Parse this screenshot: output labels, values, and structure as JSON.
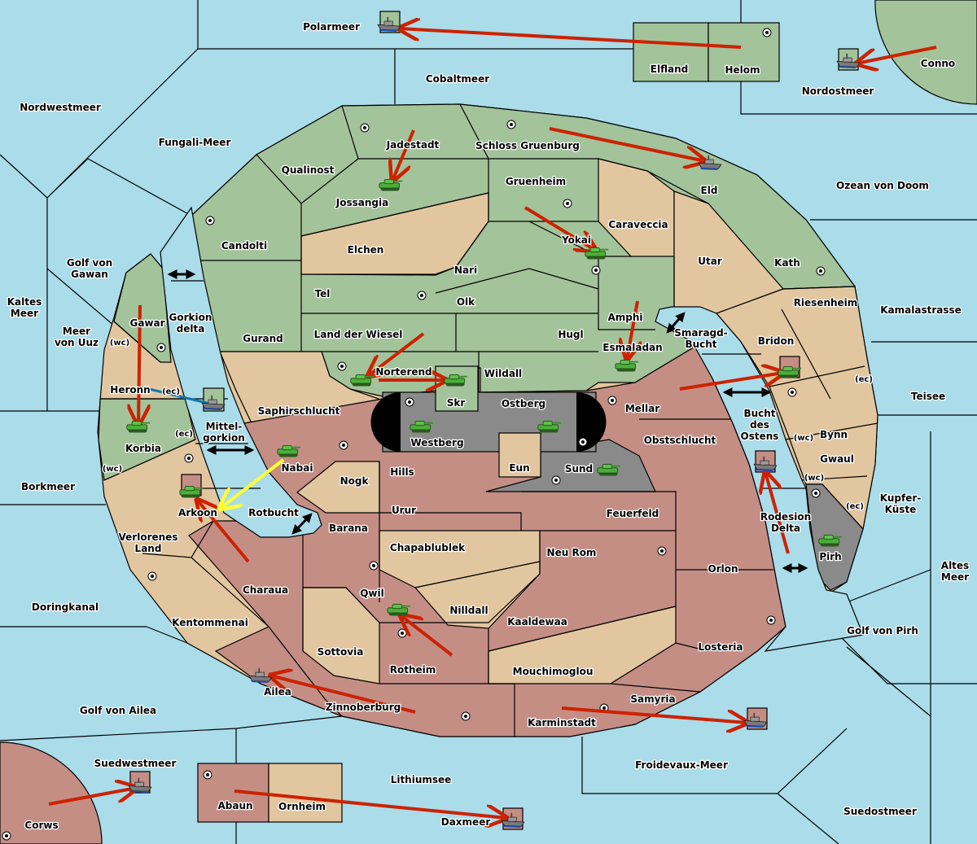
{
  "colors": {
    "sea": "#aadcea",
    "green": "#a3c39a",
    "tan": "#e2c69f",
    "rose": "#c48e85",
    "gray": "#8a8a8a",
    "move_arrow": "#cc2200",
    "support_arrow": "#ffff33",
    "convoy_arrow": "#1177aa",
    "border_arrow": "#000000"
  },
  "labels": {
    "polarmeer": "Polarmeer",
    "cobaltmeer": "Cobaltmeer",
    "elfland": "Elfland",
    "helom": "Helom",
    "conno": "Conno",
    "nordostmeer": "Nordostmeer",
    "nordwestmeer": "Nordwestmeer",
    "fungali": "Fungali-Meer",
    "qualinost": "Qualinost",
    "jadestadt": "Jadestadt",
    "schloss": "Schloss Gruenburg",
    "gruenheim": "Gruenheim",
    "jossangia": "Jossangia",
    "eld": "Eld",
    "ozean": "Ozean von Doom",
    "candolti": "Candolti",
    "elchen": "Elchen",
    "caraveccia": "Caraveccia",
    "yokai": "Yokai",
    "utar": "Utar",
    "kath": "Kath",
    "nari": "Nari",
    "golf_gawan": [
      "Golf von",
      "Gawan"
    ],
    "tel": "Tel",
    "olk": "Olk",
    "kaltes": [
      "Kaltes",
      "Meer"
    ],
    "amphi": "Amphi",
    "riesenheim": "Riesenheim",
    "kamalastrasse": "Kamalastrasse",
    "gawar": "Gawar",
    "gorkion_delta": [
      "Gorkion",
      "delta"
    ],
    "meer_uuz": [
      "Meer",
      "von Uuz"
    ],
    "gurand": "Gurand",
    "land_wiesel": "Land der Wiesel",
    "hugl": "Hugl",
    "smaragd": [
      "Smaragd-",
      "Bucht"
    ],
    "bridon": "Bridon",
    "esmaladan": "Esmaladan",
    "norterend": "Norterend",
    "wildall": "Wildall",
    "heronn": "Heronn",
    "teisee": "Teisee",
    "skr": "Skr",
    "ostberg": "Ostberg",
    "mellar": "Mellar",
    "saphir": "Saphirschlucht",
    "bucht_ostens": [
      "Bucht",
      "des",
      "Ostens"
    ],
    "mittelgorkion": [
      "Mittel-",
      "gorkion"
    ],
    "bynn": "Bynn",
    "obstschlucht": "Obstschlucht",
    "westberg": "Westberg",
    "korbia": "Korbia",
    "gwaul": "Gwaul",
    "nabai": "Nabai",
    "eun": "Eun",
    "sund": "Sund",
    "hills": "Hills",
    "nogk": "Nogk",
    "borkmeer": "Borkmeer",
    "kupfer": [
      "Kupfer-",
      "Küste"
    ],
    "rotbucht": "Rotbucht",
    "arkoon": "Arkoon",
    "urur": "Urur",
    "feuerfeld": "Feuerfeld",
    "rodesion": [
      "Rodesion",
      "Delta"
    ],
    "barana": "Barana",
    "verlorenes": [
      "Verlorenes",
      "Land"
    ],
    "chapablublek": "Chapablublek",
    "neurom": "Neu Rom",
    "pirh": "Pirh",
    "orlon": "Orlon",
    "altes": [
      "Altes",
      "Meer"
    ],
    "charaua": "Charaua",
    "qwil": "Qwil",
    "doringkanal": "Doringkanal",
    "nilldall": "Nilldall",
    "kaaldewaa": "Kaaldewaa",
    "kentommenai": "Kentommenai",
    "golf_pirh": "Golf von Pirh",
    "losteria": "Losteria",
    "sottovia": "Sottovia",
    "rotheim": "Rotheim",
    "mouchimoglou": "Mouchimoglou",
    "aillea": "Ailea",
    "samyria": "Samyria",
    "zinnoberburg": "Zinnoberburg",
    "golf_ailea": "Golf von Ailea",
    "karminstadt": "Karminstadt",
    "suedwestmeer": "Suedwestmeer",
    "froidevaux": "Froidevaux-Meer",
    "lithiumsee": "Lithiumsee",
    "abaun": "Abaun",
    "ornheim": "Ornheim",
    "suedostmeer": "Suedostmeer",
    "daxmeer": "Daxmeer",
    "corws": "Corws"
  },
  "coasts": {
    "wc": "(wc)",
    "ec": "(ec)"
  },
  "units": [
    {
      "type": "fleet",
      "location": "Polarmeer"
    },
    {
      "type": "fleet",
      "location": "Nordostmeer"
    },
    {
      "type": "fleet",
      "location": "Eld"
    },
    {
      "type": "fleet",
      "location": "Mittelgorkion"
    },
    {
      "type": "fleet",
      "location": "Bucht des Ostens"
    },
    {
      "type": "fleet",
      "location": "Froidevaux-Meer"
    },
    {
      "type": "fleet",
      "location": "Suedwestmeer"
    },
    {
      "type": "fleet",
      "location": "Daxmeer"
    },
    {
      "type": "fleet",
      "location": "Ailea"
    },
    {
      "type": "army",
      "location": "Jossangia"
    },
    {
      "type": "army",
      "location": "Yokai"
    },
    {
      "type": "army",
      "location": "Esmaladan"
    },
    {
      "type": "army",
      "location": "Norterend"
    },
    {
      "type": "army",
      "location": "Skr"
    },
    {
      "type": "army",
      "location": "Westberg"
    },
    {
      "type": "army",
      "location": "Ostberg"
    },
    {
      "type": "army",
      "location": "Sund"
    },
    {
      "type": "army",
      "location": "Bridon"
    },
    {
      "type": "army",
      "location": "Korbia"
    },
    {
      "type": "army",
      "location": "Nabai"
    },
    {
      "type": "army",
      "location": "Arkoon"
    },
    {
      "type": "army",
      "location": "Qwil"
    },
    {
      "type": "army",
      "location": "Pirh"
    }
  ],
  "orders": [
    {
      "kind": "move",
      "from": "Helom",
      "to": "Polarmeer"
    },
    {
      "kind": "move",
      "from": "Conno",
      "to": "Nordostmeer"
    },
    {
      "kind": "move",
      "from": "Jadestadt",
      "to": "Jossangia"
    },
    {
      "kind": "move",
      "from": "Schloss Gruenburg",
      "to": "Eld"
    },
    {
      "kind": "move",
      "from": "Gruenheim",
      "to": "Yokai"
    },
    {
      "kind": "move",
      "from": "Amphi",
      "to": "Esmaladan"
    },
    {
      "kind": "move",
      "from": "Land der Wiesel",
      "to": "Norterend"
    },
    {
      "kind": "move",
      "from": "Norterend",
      "to": "Skr"
    },
    {
      "kind": "move",
      "from": "Mellar",
      "to": "Bridon"
    },
    {
      "kind": "move",
      "from": "Gawar",
      "to": "Korbia"
    },
    {
      "kind": "move",
      "from": "Charaua",
      "to": "Arkoon"
    },
    {
      "kind": "move",
      "from": "Rotheim",
      "to": "Qwil"
    },
    {
      "kind": "move",
      "from": "Zinnoberburg",
      "to": "Ailea"
    },
    {
      "kind": "move",
      "from": "Karminstadt",
      "to": "Froidevaux-Meer"
    },
    {
      "kind": "move",
      "from": "Rodesion Delta",
      "to": "Bucht des Ostens"
    },
    {
      "kind": "move",
      "from": "Corws",
      "to": "Suedwestmeer"
    },
    {
      "kind": "move",
      "from": "Abaun",
      "to": "Daxmeer"
    },
    {
      "kind": "support",
      "from": "Nabai",
      "to": "Arkoon"
    },
    {
      "kind": "convoy",
      "from": "Mittelgorkion",
      "to": "Heronn"
    }
  ],
  "icons": {
    "army": "tank-icon",
    "fleet": "ship-icon",
    "supply_center": "supply-center-icon",
    "passage": "double-arrow-icon"
  }
}
